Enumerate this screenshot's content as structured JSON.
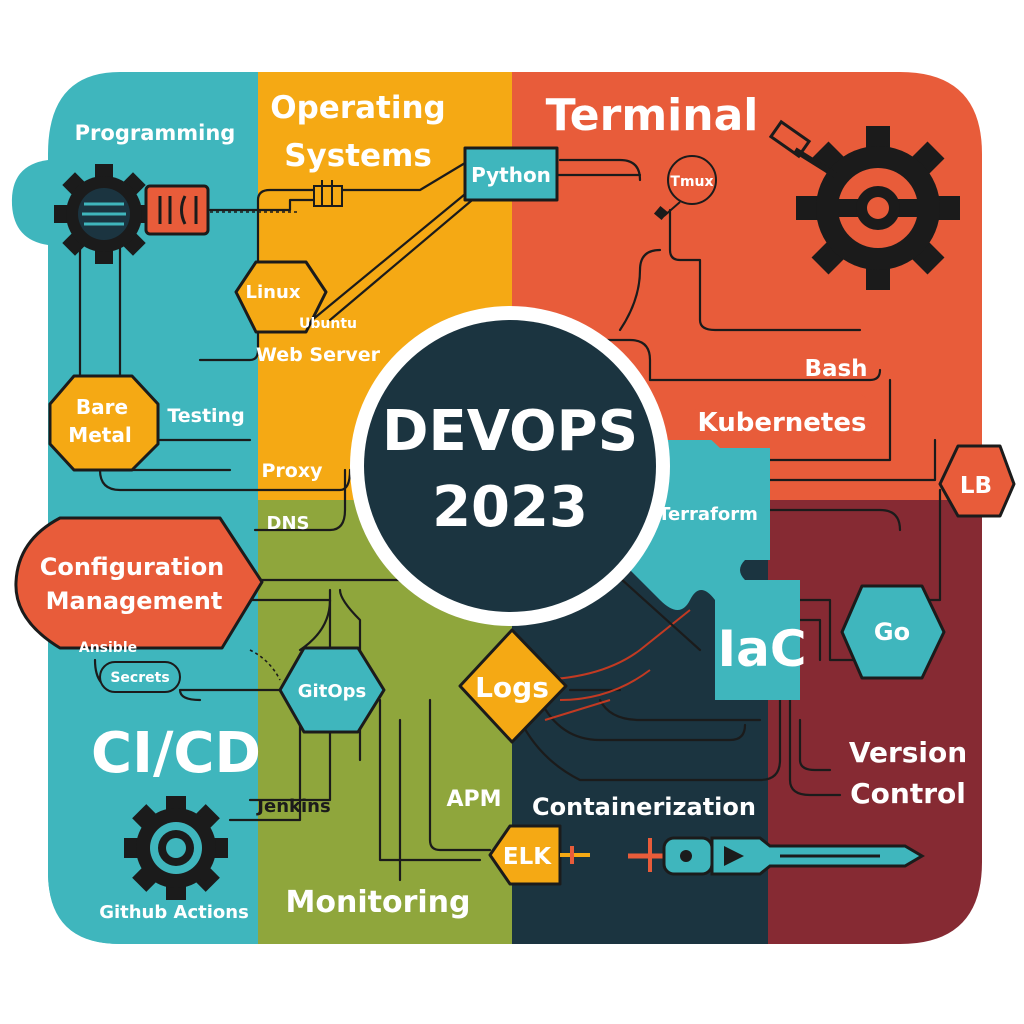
{
  "center": {
    "line1": "DEVOPS",
    "line2": "2023"
  },
  "sections": {
    "programming": "Programming",
    "os_line1": "Operating",
    "os_line2": "Systems",
    "terminal": "Terminal",
    "config_line1": "Configuration",
    "config_line2": "Management",
    "cicd": "CI/CD",
    "monitoring": "Monitoring",
    "containerization": "Containerization",
    "version_line1": "Version",
    "version_line2": "Control",
    "iac": "IaC"
  },
  "nodes": {
    "python": "Python",
    "tmux": "Tmux",
    "linux": "Linux",
    "ubuntu": "Ubuntu",
    "web_server": "Web Server",
    "bare_line1": "Bare",
    "bare_line2": "Metal",
    "testing": "Testing",
    "proxy": "Proxy",
    "dns": "DNS",
    "bash": "Bash",
    "kubernetes": "Kubernetes",
    "lb": "LB",
    "terraform": "Terraform",
    "go": "Go",
    "ansible": "Ansible",
    "secrets": "Secrets",
    "gitops": "GitOps",
    "logs": "Logs",
    "jenkins": "Jenkins",
    "apm": "APM",
    "elk": "ELK",
    "github_actions": "Github Actions"
  },
  "colors": {
    "teal": "#3fb6bd",
    "orange": "#f5a914",
    "red": "#e85c3a",
    "olive": "#8fa63c",
    "navy": "#1b3440",
    "maroon": "#862a33",
    "dark": "#1b1b1b",
    "white": "#ffffff"
  },
  "icons": [
    "gear-icon",
    "book-icon",
    "tools-icon",
    "wrench-icon",
    "screwdriver-icon"
  ]
}
